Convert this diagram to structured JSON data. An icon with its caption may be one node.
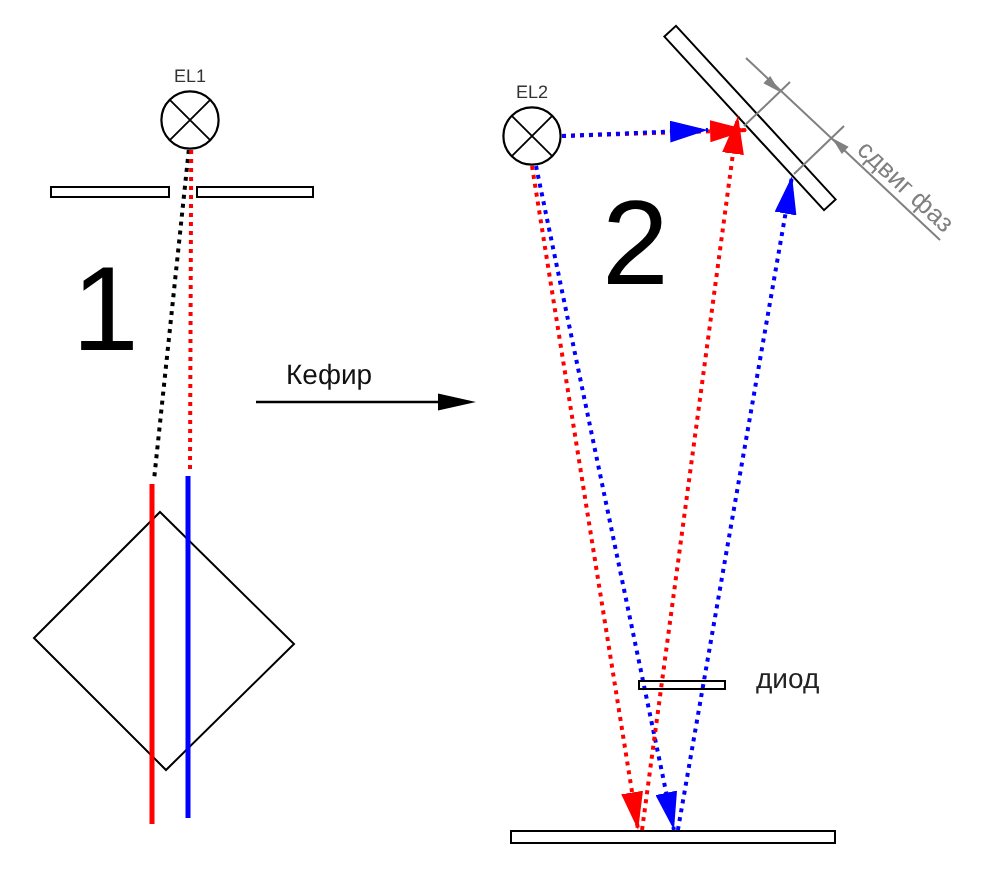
{
  "diagram": {
    "nodes": [
      {
        "text": [
          "EL1"
        ]
      },
      {
        "text": [],
        "shape": "diamond"
      },
      {
        "text": [
          "EL2"
        ]
      },
      {
        "text": [],
        "shape": "bar"
      },
      {
        "text": [
          "диод"
        ]
      },
      {
        "text": [],
        "shape": "bar"
      }
    ],
    "edges": [
      {
        "from": 0,
        "to": null,
        "arrow": "none",
        "style": "dashed",
        "color": "#000000"
      },
      {
        "from": 0,
        "to": null,
        "arrow": "none",
        "style": "dashed",
        "color": "#ff0000"
      },
      {
        "from": 2,
        "to": 5,
        "arrow": "to",
        "style": "dashed",
        "color": "#ff0000"
      },
      {
        "from": 2,
        "to": 5,
        "arrow": "to",
        "style": "dashed",
        "color": "#0000ff"
      },
      {
        "from": 5,
        "to": 3,
        "arrow": "to",
        "style": "dashed",
        "color": "#ff0000"
      },
      {
        "from": 5,
        "to": 3,
        "arrow": "to",
        "style": "dashed",
        "color": "#0000ff"
      },
      {
        "from": 2,
        "to": 3,
        "arrow": "to",
        "style": "dashed",
        "color": "#ff0000"
      },
      {
        "from": 2,
        "to": 3,
        "arrow": "to",
        "style": "dashed",
        "color": "#0000ff"
      }
    ],
    "labels": [
      "1",
      "Кефир",
      "2",
      "сдвиг фаз"
    ]
  }
}
